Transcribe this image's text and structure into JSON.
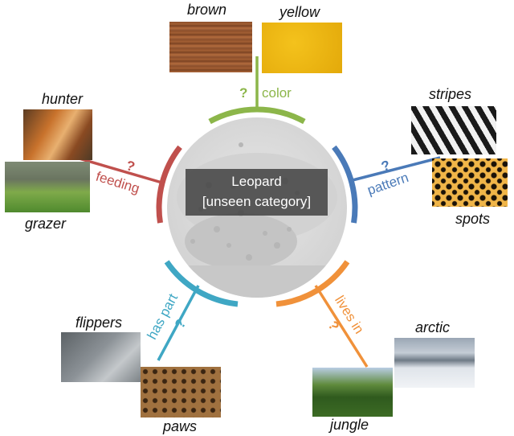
{
  "center": {
    "title": "Leopard",
    "subtitle": "[unseen category]"
  },
  "question_mark": "?",
  "attributes": [
    {
      "key": "color",
      "label": "color",
      "color": "#8cb64a",
      "values": [
        {
          "label": "brown",
          "image": "brown-wood-texture"
        },
        {
          "label": "yellow",
          "image": "yellow-texture"
        }
      ]
    },
    {
      "key": "pattern",
      "label": "pattern",
      "color": "#4a7ab8",
      "values": [
        {
          "label": "stripes",
          "image": "zebra-stripes"
        },
        {
          "label": "spots",
          "image": "leopard-spots"
        }
      ]
    },
    {
      "key": "lives_in",
      "label": "lives in",
      "color": "#f0913a",
      "values": [
        {
          "label": "arctic",
          "image": "arctic-landscape"
        },
        {
          "label": "jungle",
          "image": "jungle-landscape"
        }
      ]
    },
    {
      "key": "has_part",
      "label": "has part",
      "color": "#3fa7c4",
      "values": [
        {
          "label": "flippers",
          "image": "seal-flipper"
        },
        {
          "label": "paws",
          "image": "leopard-paws"
        }
      ]
    },
    {
      "key": "feeding",
      "label": "feeding",
      "color": "#c0504d",
      "values": [
        {
          "label": "hunter",
          "image": "tiger-hunting"
        },
        {
          "label": "grazer",
          "image": "grazing-ibex"
        }
      ]
    }
  ]
}
